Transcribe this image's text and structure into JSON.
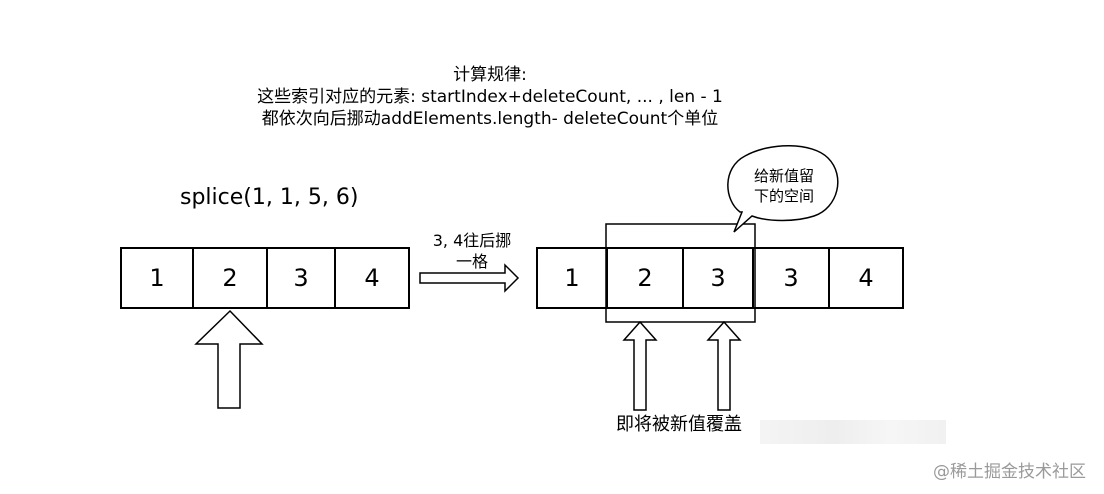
{
  "description": {
    "line1": "计算规律:",
    "line2": "这些索引对应的元素: startIndex+deleteCount, ... , len - 1",
    "line3": "都依次向后挪动addElements.length- deleteCount个单位"
  },
  "call_label": "splice(1, 1, 5, 6)",
  "before_array": [
    "1",
    "2",
    "3",
    "4"
  ],
  "arrow_label": {
    "line1": "3, 4往后挪",
    "line2": "一格"
  },
  "after_array": [
    "1",
    "2",
    "3",
    "3",
    "4"
  ],
  "bubble": {
    "line1": "给新值留",
    "line2": "下的空间"
  },
  "caption": "即将被新值覆盖",
  "watermark": "@稀土掘金技术社区"
}
